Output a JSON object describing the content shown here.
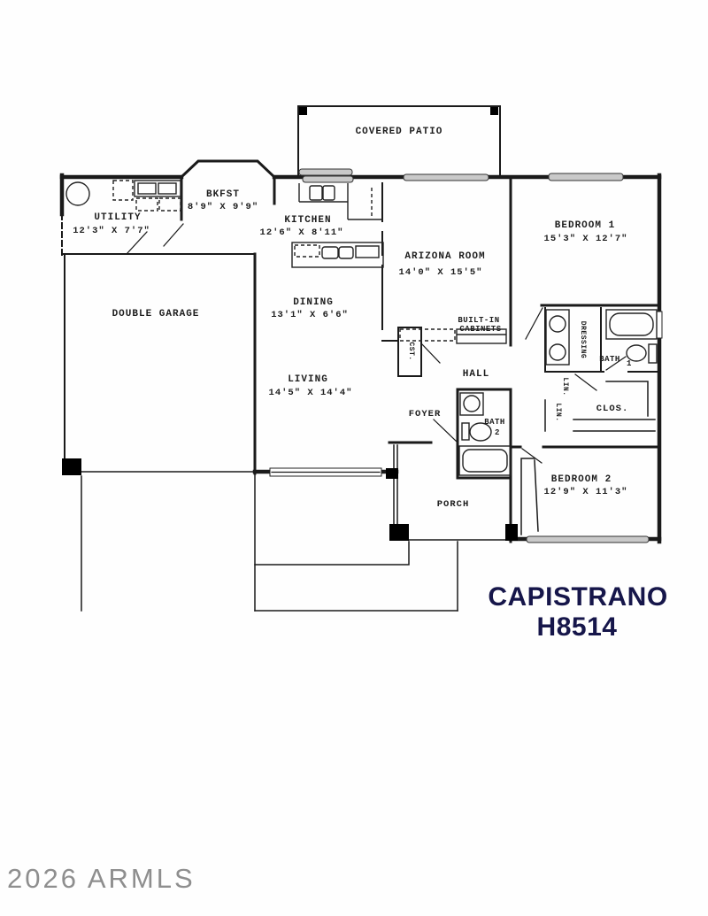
{
  "rooms": {
    "covered_patio": {
      "name": "COVERED PATIO"
    },
    "utility": {
      "name": "UTILITY",
      "dims": "12'3\" X 7'7\""
    },
    "bkfst": {
      "name": "BKFST",
      "dims": "8'9\" X 9'9\""
    },
    "kitchen": {
      "name": "KITCHEN",
      "dims": "12'6\" X 8'11\""
    },
    "arizona_room": {
      "name": "ARIZONA ROOM",
      "dims": "14'0\" X 15'5\""
    },
    "dining": {
      "name": "DINING",
      "dims": "13'1\" X 6'6\""
    },
    "double_garage": {
      "name": "DOUBLE GARAGE"
    },
    "living": {
      "name": "LIVING",
      "dims": "14'5\" X 14'4\""
    },
    "bedroom1": {
      "name": "BEDROOM 1",
      "dims": "15'3\" X 12'7\""
    },
    "bedroom2": {
      "name": "BEDROOM 2",
      "dims": "12'9\" X 11'3\""
    },
    "built_in": {
      "line1": "BUILT-IN",
      "line2": "CABINETS"
    },
    "hall": {
      "name": "HALL"
    },
    "foyer": {
      "name": "FOYER"
    },
    "bath1": {
      "name": "BATH",
      "number": "1"
    },
    "bath2": {
      "name": "BATH",
      "number": "2"
    },
    "dressing": {
      "name": "DRESSING"
    },
    "linen1": {
      "name": "LIN."
    },
    "linen2": {
      "name": "LIN."
    },
    "closet": {
      "name": "CLOS."
    },
    "entry_closet": {
      "name": "CST."
    },
    "porch": {
      "name": "PORCH"
    }
  },
  "title": {
    "model": "CAPISTRANO",
    "number": "H8514"
  },
  "watermark": "2026 ARMLS",
  "colors": {
    "ink": "#1a1a1a",
    "title": "#16164a",
    "watermark": "#8e8e8e",
    "paper": "#fefefe"
  }
}
